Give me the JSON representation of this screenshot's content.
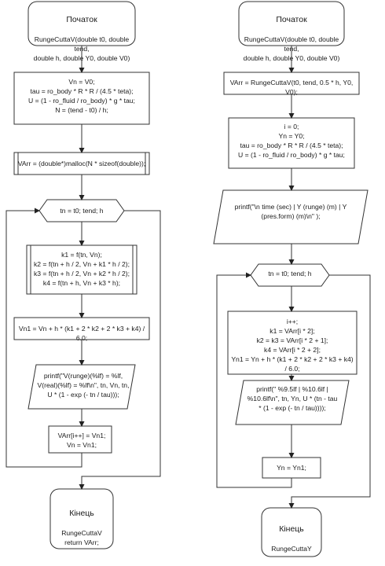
{
  "left": {
    "start": {
      "title": "Початок",
      "text": "RungeCuttaV(double t0, double tend,\ndouble h, double Y0, double V0)"
    },
    "init": "Vn = V0;\ntau = ro_body * R * R / (4.5 * teta);\nU = (1 - ro_fluid / ro_body) * g * tau;\nN = (tend - t0) / h;",
    "alloc": "VArr = (double*)malloc(N * sizeof(double));",
    "loop": "tn = t0; tend; h",
    "rk": "k1 = f(tn, Vn);\nk2 = f(tn + h / 2, Vn + k1 * h / 2);\nk3 = f(tn + h / 2, Vn + k2 * h / 2);\nk4 = f(tn + h, Vn + k3 * h);",
    "vn1": "Vn1 = Vn + h * (k1 + 2 * k2 + 2 * k3 + k4) / 6.0;",
    "print": "printf(\"V(runge)(%lf) = %lf,\nV(real)(%lf) = %lf\\n\", tn, Vn, tn,\nU * (1 - exp (- tn / tau)));",
    "assign": "VArr[i++] = Vn1;\nVn = Vn1;",
    "end": {
      "title": "Кінець",
      "text": "RungeCuttaV\nreturn VArr;"
    }
  },
  "right": {
    "start": {
      "title": "Початок",
      "text": "RungeCuttaV(double t0, double tend,\ndouble h, double Y0, double V0)"
    },
    "call": "VArr = RungeCuttaV(t0, tend, 0.5 * h, Y0, V0);",
    "init": "i = 0;\nYn = Y0;\ntau = ro_body * R * R / (4.5 * teta);\nU = (1 - ro_fluid / ro_body) * g * tau;",
    "header": "printf(\"\\n time (sec)   |   Y (runge)  (m)   |   Y\n(pres.form)  (m)\\n\" );",
    "loop": "tn = t0; tend; h",
    "body": "i++;\nk1 = VArr[i * 2];\nk2 = k3 = VArr[i * 2 + 1];\nk4 = VArr[i * 2 + 2];\nYn1 = Yn + h * (k1 + 2 * k2 + 2 * k3 + k4) / 6.0;",
    "print": "printf(\" %9.5lf   |   %10.6lf     |\n%10.6lf\\n\", tn, Yn, U * (tn - tau\n* (1 - exp (- tn / tau))));",
    "assign": "Yn = Yn1;",
    "end": {
      "title": "Кінець",
      "text": "RungeCuttaY"
    }
  }
}
